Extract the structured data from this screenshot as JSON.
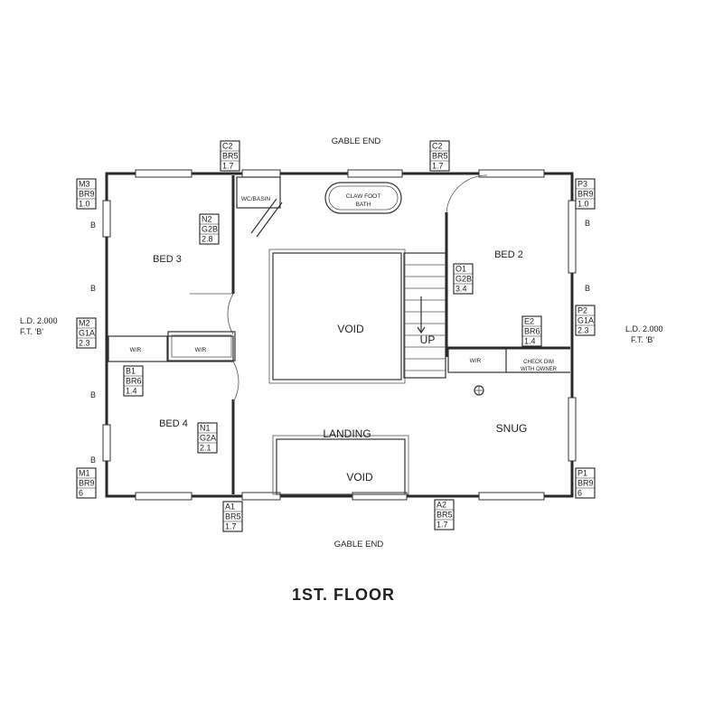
{
  "plan_title": "1ST. FLOOR",
  "gable_top": "GABLE END",
  "gable_bottom": "GABLE END",
  "rooms": {
    "bed3": "BED 3",
    "bed2": "BED 2",
    "bed4": "BED 4",
    "void_upper": "VOID",
    "void_lower": "VOID",
    "landing": "LANDING",
    "snug": "SNUG",
    "stairs_up": "UP"
  },
  "fixtures": {
    "bath_line1": "CLAW FOOT",
    "bath_line2": "BATH",
    "wc_basin": "WC/BASIN",
    "wir_left": "W/R",
    "wir_mid": "W/R",
    "wir_right": "W/R",
    "check_line1": "CHECK DIM",
    "check_line2": "WITH OWNER"
  },
  "side_notes": {
    "left_line1": "L.D. 2.000",
    "left_line2": "F.T. 'B'",
    "right_line1": "L.D. 2.000",
    "right_line2": "F.T. 'B'"
  },
  "b_marker": "B",
  "tags": {
    "c2_left": [
      "C2",
      "BR5",
      "1.7"
    ],
    "c2_right": [
      "C2",
      "BR5",
      "1.7"
    ],
    "m3": [
      "M3",
      "BR9",
      "1.0"
    ],
    "p3": [
      "P3",
      "BR9",
      "1.0"
    ],
    "n2": [
      "N2",
      "G2B",
      "2.8"
    ],
    "o1": [
      "O1",
      "G2B",
      "3.4"
    ],
    "m2": [
      "M2",
      "G1A",
      "2.3"
    ],
    "p2": [
      "P2",
      "G1A",
      "2.3"
    ],
    "e2": [
      "E2",
      "BR6",
      "1.4"
    ],
    "b1": [
      "B1",
      "BR6",
      "1.4"
    ],
    "n1": [
      "N1",
      "G2A",
      "2.1"
    ],
    "m1": [
      "M1",
      "BR9",
      "6"
    ],
    "p1": [
      "P1",
      "BR9",
      "6"
    ],
    "a1": [
      "A1",
      "BR5",
      "1.7"
    ],
    "a2": [
      "A2",
      "BR5",
      "1.7"
    ]
  }
}
